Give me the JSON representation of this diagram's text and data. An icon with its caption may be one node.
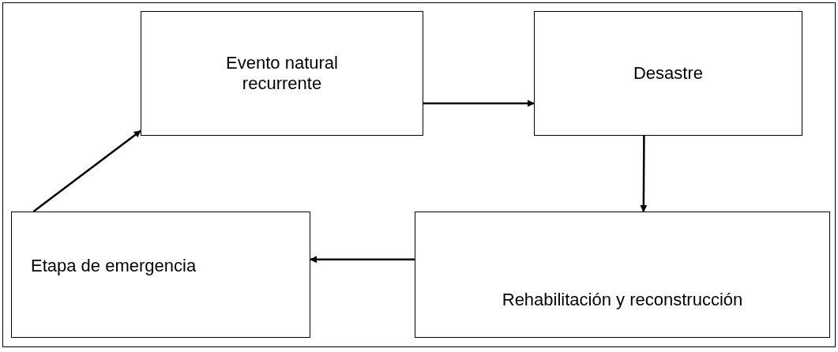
{
  "diagram": {
    "nodes": [
      {
        "text": [
          "Evento natural recurrente"
        ]
      },
      {
        "text": [
          "Desastre"
        ]
      },
      {
        "text": [
          "Rehabilitación y reconstrucción"
        ]
      },
      {
        "text": [
          "Etapa de emergencia"
        ]
      }
    ],
    "edges": [
      {
        "from": 0,
        "to": 1,
        "arrow": "to"
      },
      {
        "from": 1,
        "to": 2,
        "arrow": "to"
      },
      {
        "from": 2,
        "to": 3,
        "arrow": "to"
      },
      {
        "from": 3,
        "to": 0,
        "arrow": "to"
      }
    ]
  }
}
